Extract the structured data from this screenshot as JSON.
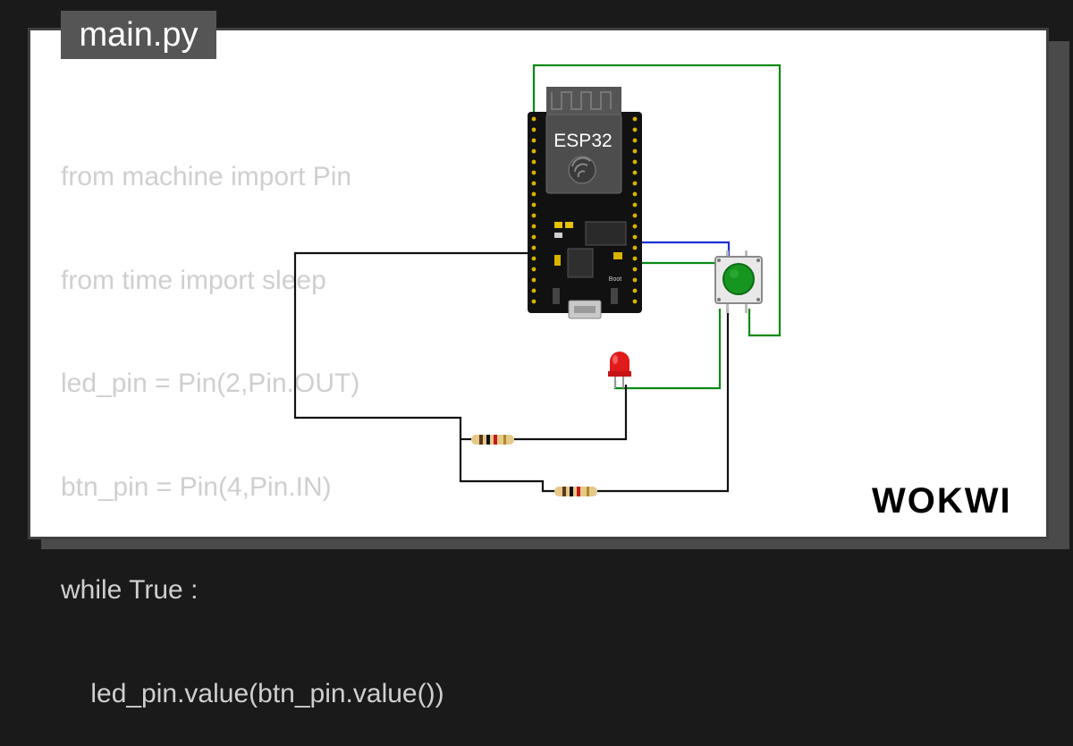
{
  "project": {
    "filename": "main.py"
  },
  "code": {
    "lines": [
      "from machine import Pin",
      "from time import sleep",
      "led_pin = Pin(2,Pin.OUT)",
      "btn_pin = Pin(4,Pin.IN)",
      "while True :",
      "    led_pin.value(btn_pin.value())"
    ]
  },
  "board": {
    "label": "ESP32",
    "boot_label": "Boot"
  },
  "brand": {
    "name": "WOKWI"
  },
  "colors": {
    "wire_green": "#0a8a14",
    "wire_black": "#111111",
    "wire_blue": "#1a2fd6",
    "led_red": "#e01b1b",
    "button_green": "#17961f"
  }
}
